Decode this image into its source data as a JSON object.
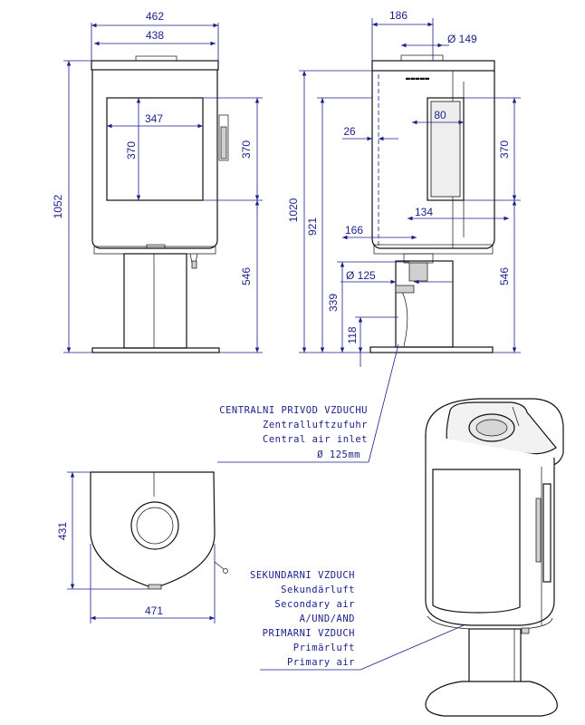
{
  "front_view": {
    "width_outer": "462",
    "width_inner": "438",
    "window_width": "347",
    "window_height": "370",
    "window_height_right": "370",
    "total_height": "1052",
    "pedestal_height": "546"
  },
  "side_view": {
    "top_width": "186",
    "flue_diameter": "Ø 149",
    "side_offset": "80",
    "side_window_height": "370",
    "edge_offset": "26",
    "height_a": "1020",
    "height_b": "921",
    "depth_lower": "134",
    "base_offset": "166",
    "inlet_diameter": "Ø 125",
    "inlet_height": "339",
    "inlet_low": "118",
    "pedestal_height": "546"
  },
  "top_view": {
    "depth": "431",
    "width": "471"
  },
  "air_inlet_note": {
    "line1": "CENTRALNI PRIVOD VZDUCHU",
    "line2": "Zentralluftzufuhr",
    "line3": "Central air inlet",
    "line4": "Ø 125mm"
  },
  "air_note": {
    "line1": "SEKUNDARNI VZDUCH",
    "line2": "Sekundärluft",
    "line3": "Secondary air",
    "line4": "A/UND/AND",
    "line5": "PRIMARNI VZDUCH",
    "line6": "Primärluft",
    "line7": "Primary air"
  }
}
